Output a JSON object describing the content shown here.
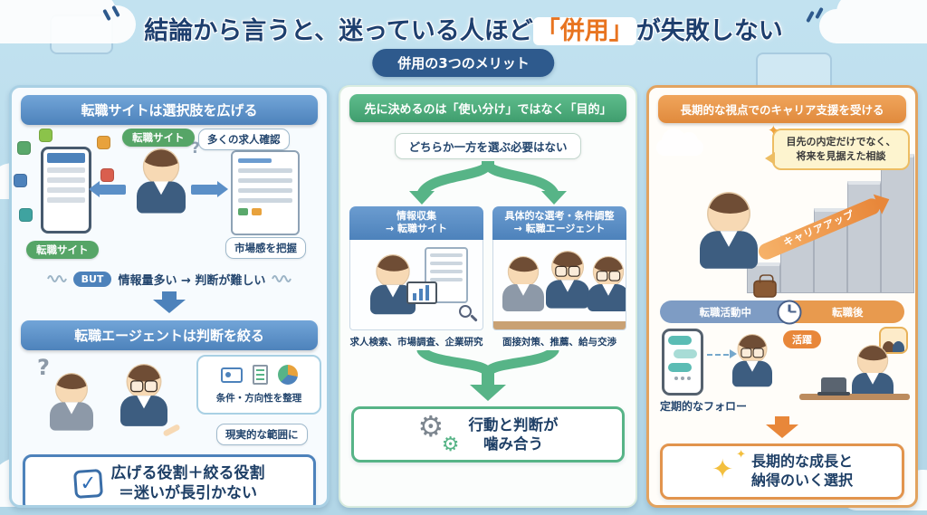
{
  "colors": {
    "background": "#b7dbe9",
    "navy_text": "#1e3f66",
    "blue_accent": "#4d82bb",
    "green_accent": "#4fae80",
    "orange_accent": "#e2944d",
    "highlight_orange": "#e87420",
    "site_badge_green": "#56a567"
  },
  "icons": {
    "question_mark": "?",
    "check_mark": "✓",
    "gear": "⚙",
    "sparkle": "✦"
  },
  "header": {
    "title_pre": "結論から言うと、迷っている人ほど",
    "title_highlight": "「併用」",
    "title_post": "が失敗しない",
    "badge": "併用の3つのメリット"
  },
  "panels": {
    "left": {
      "header1": "転職サイトは選択肢を広げる",
      "site_badge_top": "転職サイト",
      "many_jobs_bubble": "多くの求人確認",
      "market_bubble": "市場感を把握",
      "site_badge_bottom": "転職サイト",
      "but_label": "BUT",
      "but_text": "情報量多い → 判断が難しい",
      "header2": "転職エージェントは判断を絞る",
      "organize_label": "条件・方向性を整理",
      "realistic_bubble": "現実的な範囲に",
      "conclusion_line1": "広げる役割＋絞る役割",
      "conclusion_line2": "＝迷いが長引かない"
    },
    "middle": {
      "header": "先に決めるのは「使い分け」ではなく「目的」",
      "top_note": "どちらか一方を選ぶ必要はない",
      "left_card": {
        "title1": "情報収集",
        "title2": "→ 転職サイト",
        "caption": "求人検索、市場調査、企業研究"
      },
      "right_card": {
        "title1": "具体的な選考・条件調整",
        "title2": "→ 転職エージェント",
        "caption": "面接対策、推薦、給与交渉"
      },
      "conclusion_line1": "行動と判断が",
      "conclusion_line2": "噛み合う"
    },
    "right": {
      "header": "長期的な視点でのキャリア支援を受ける",
      "bubble_line1": "目先の内定だけでなく、",
      "bubble_line2": "将来を見据えた相談",
      "career_arrow": "キャリアアップ",
      "timeline_left": "転職活動中",
      "timeline_right": "転職後",
      "active_badge": "活躍",
      "follow_caption": "定期的なフォロー",
      "conclusion_line1": "長期的な成長と",
      "conclusion_line2": "納得のいく選択"
    }
  }
}
